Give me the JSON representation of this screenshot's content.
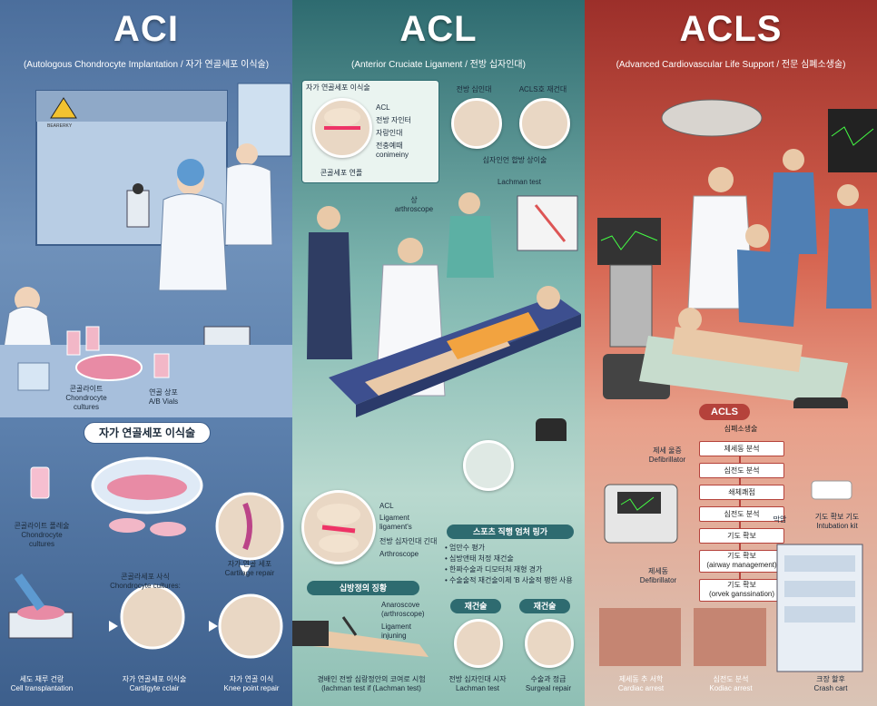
{
  "panels": {
    "aci": {
      "title": "ACI",
      "subtitle": "(Autologous Chondrocyte Implantation / 자가 연골세포 이식술)",
      "hazard_label": "BEARERKY",
      "lab_labels": {
        "cultures": "콘골라이트\nChondrocyte\ncultures",
        "vials": "연골 상포\nA/B Vials"
      },
      "banner": "자가 연골세포 이식술",
      "steps": {
        "cultures_top": "콘골라이트 폴레술\nChondrocyte\ncultures",
        "cultures_mid": "콘골라세포 사식\nChondrocyte cultures:",
        "cartilage_repair": "자가 연골 세포\nCartilage repair",
        "transplant": "세도 채루 건랑\nCell transplantation",
        "cartilyte": "자가 연골세포 이식술\nCartilgyte cclair",
        "knee_repair": "자가 연골 이식\nKnee point repair"
      }
    },
    "acl": {
      "title": "ACL",
      "subtitle": "(Anterior Cruciate Ligament / 전방 십자인대)",
      "inset_title": "자가 연골세포 이식술",
      "inset_labels": [
        "ACL",
        "전방 자인터",
        "자랑인대",
        "전충예때\nconimeiny"
      ],
      "inset_caption": "콘골세포 연플",
      "top_labels": {
        "left": "전방 십인대",
        "right": "ACLS호 재건대",
        "caption": "십자인언 합방 상이술"
      },
      "arthroscope": "상\narthroscope",
      "lachman": "Lachman test",
      "lower_labels": [
        "ACL",
        "Ligament\nligament's",
        "전방 십자인대 긴대",
        "Arthroscope"
      ],
      "sports_title": "스포츠 직행 엄처 링가",
      "sports_items": [
        "• 엄만수 평가",
        "• 심방앤태 처정 재건술",
        "• 한짜수술과 디모터처 재형 경가",
        "• 수술술적 재건술이제 'B 사술적 팽한 사용"
      ],
      "injury_title": "십방정의 징황",
      "injury_labels": [
        "Anaroscove\n(arthroscope)",
        "Ligament\ninjuning"
      ],
      "injury_caption": "경배인 전방 심랑정안의 코여로 시험\n(lachman test if (Lachman test)",
      "recon_title1": "재건술",
      "recon_title2": "재건술",
      "recon_cap1": "전방 십자인대 시자\nLachman test",
      "recon_cap2": "수술과 정급\nSurgeal repair"
    },
    "acls": {
      "title": "ACLS",
      "subtitle": "(Advanced Cardiovascular Life Support / 전문 심폐소생술)",
      "flow_title": "ACLS",
      "flow_subtitle": "심폐소생술",
      "flow_steps": [
        "제세동 분석",
        "심전도 분석",
        "쇄체쾌점",
        "심전도 분석",
        "기도 확보",
        "기도 확보\n(airway management)",
        "기도 확보\n(orvek ganssination)"
      ],
      "side_labels": {
        "defib_top": "제세 울증\nDefibrillator",
        "drug": "막암",
        "intubation": "기도 확보 기도\nIntubation kit",
        "defib_mid": "제세동\nDefibrillator",
        "cardiac": "제세동 추 서학\nCardiac arrest",
        "kodiac": "심전도 분석\nKodiac arrest",
        "crash": "크장 할후\nCrash cart"
      }
    }
  },
  "colors": {
    "aci": "#4b6e9c",
    "acl": "#2e6b70",
    "acls": "#9c2f2a",
    "flow_accent": "#b5423b"
  }
}
